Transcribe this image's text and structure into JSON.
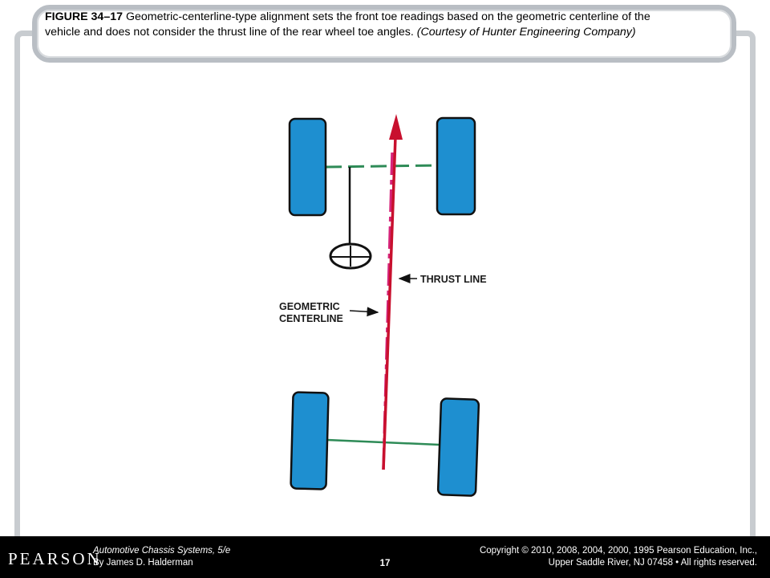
{
  "caption": {
    "figure_label": "FIGURE 34–17",
    "text": " Geometric-centerline-type alignment sets the front toe readings based on the geometric centerline of the vehicle and does not consider the thrust line of the rear wheel toe angles. ",
    "courtesy": "(Courtesy of Hunter Engineering Company)"
  },
  "diagram": {
    "labels": {
      "thrust_line": "THRUST LINE",
      "geometric_line1": "GEOMETRIC",
      "geometric_line2": "CENTERLINE"
    },
    "colors": {
      "tire": "#1e8fd0",
      "tire_outline": "#111111",
      "thrust_line": "#c8102e",
      "centerline": "#d6247a",
      "axle": "#2e8b57",
      "steering": "#111111"
    }
  },
  "footer": {
    "logo": "PEARSON",
    "book_title": "Automotive Chassis Systems, 5/e",
    "author": "By James D. Halderman",
    "page_number": "17",
    "copyright_line1": "Copyright © 2010, 2008, 2004, 2000, 1995 Pearson Education, Inc.,",
    "copyright_line2": "Upper Saddle River, NJ 07458 • All rights reserved."
  }
}
